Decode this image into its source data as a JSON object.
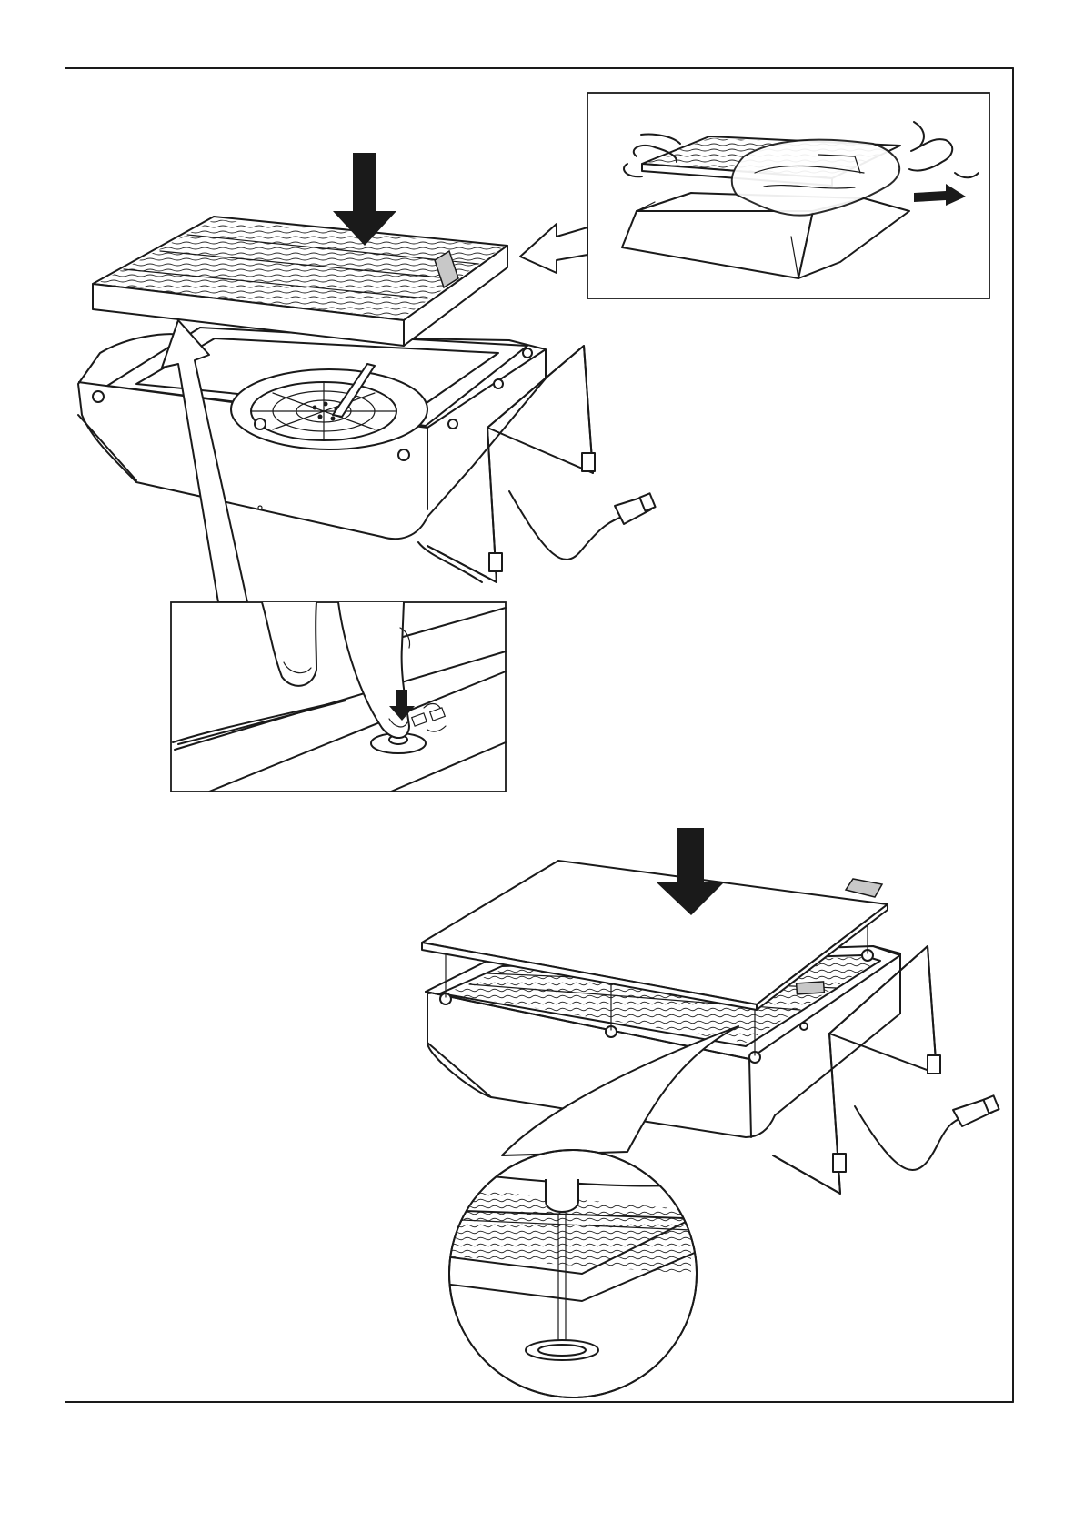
{
  "page": {
    "type": "assembly-instruction-page",
    "colors": {
      "ink": "#1a1a1a",
      "paper": "#ffffff",
      "tag_gray": "#c8c8c8"
    }
  },
  "illustrations": [
    {
      "id": "unpack-filter-inset",
      "icon": "box-unwrap-icon"
    },
    {
      "id": "insert-filter-step",
      "icon": "down-arrow-icon"
    },
    {
      "id": "release-button-inset",
      "icon": "press-button-icon"
    },
    {
      "id": "attach-cover-step",
      "icon": "down-arrow-icon"
    },
    {
      "id": "cover-peg-detail",
      "icon": "magnifier-detail-icon"
    }
  ]
}
